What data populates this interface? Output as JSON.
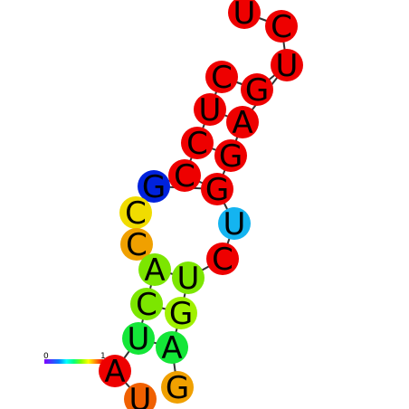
{
  "legend": {
    "min_label": "0",
    "max_label": "1",
    "gradient": [
      "#7f00ff",
      "#3f3fff",
      "#0080ff",
      "#00ffff",
      "#00ff80",
      "#80ff00",
      "#ffff00",
      "#ff8000",
      "#ff0000"
    ]
  },
  "nucleotides": [
    {
      "id": 1,
      "base": "U",
      "color": "#ee0000"
    },
    {
      "id": 2,
      "base": "C",
      "color": "#ee0000"
    },
    {
      "id": 3,
      "base": "U",
      "color": "#ee0000"
    },
    {
      "id": 4,
      "base": "G",
      "color": "#ee0000"
    },
    {
      "id": 5,
      "base": "C",
      "color": "#ee0000"
    },
    {
      "id": 6,
      "base": "A",
      "color": "#ee0000"
    },
    {
      "id": 7,
      "base": "U",
      "color": "#ee0000"
    },
    {
      "id": 8,
      "base": "G",
      "color": "#ee0000"
    },
    {
      "id": 9,
      "base": "C",
      "color": "#ee0000"
    },
    {
      "id": 10,
      "base": "G",
      "color": "#ee0000"
    },
    {
      "id": 11,
      "base": "C",
      "color": "#ee0000"
    },
    {
      "id": 12,
      "base": "G",
      "color": "#0022dd"
    },
    {
      "id": 13,
      "base": "U",
      "color": "#14b4f0"
    },
    {
      "id": 14,
      "base": "C",
      "color": "#f0dc00"
    },
    {
      "id": 15,
      "base": "C",
      "color": "#ee0000"
    },
    {
      "id": 16,
      "base": "C",
      "color": "#f0a000"
    },
    {
      "id": 17,
      "base": "A",
      "color": "#7ce600"
    },
    {
      "id": 18,
      "base": "U",
      "color": "#7ce600"
    },
    {
      "id": 19,
      "base": "C",
      "color": "#7ce600"
    },
    {
      "id": 20,
      "base": "G",
      "color": "#a0f000"
    },
    {
      "id": 21,
      "base": "U",
      "color": "#14e638"
    },
    {
      "id": 22,
      "base": "A",
      "color": "#14e638"
    },
    {
      "id": 23,
      "base": "A",
      "color": "#ee0000"
    },
    {
      "id": 24,
      "base": "G",
      "color": "#f0a000"
    },
    {
      "id": 25,
      "base": "U",
      "color": "#f06000"
    }
  ],
  "backbone": [
    [
      1,
      2
    ],
    [
      2,
      3
    ],
    [
      3,
      4
    ],
    [
      4,
      5
    ],
    [
      5,
      7
    ],
    [
      7,
      9
    ],
    [
      9,
      11
    ],
    [
      11,
      12
    ],
    [
      12,
      14
    ],
    [
      14,
      16
    ],
    [
      16,
      17
    ],
    [
      17,
      19
    ],
    [
      19,
      21
    ],
    [
      21,
      23
    ],
    [
      23,
      25
    ],
    [
      3,
      6
    ],
    [
      6,
      8
    ],
    [
      8,
      10
    ],
    [
      10,
      13
    ],
    [
      13,
      15
    ],
    [
      15,
      18
    ],
    [
      18,
      20
    ],
    [
      20,
      22
    ],
    [
      22,
      24
    ]
  ],
  "base_pairs": [
    [
      5,
      4
    ],
    [
      7,
      6
    ],
    [
      9,
      8
    ],
    [
      11,
      10
    ],
    [
      12,
      10
    ],
    [
      17,
      18
    ],
    [
      19,
      20
    ],
    [
      21,
      22
    ]
  ]
}
